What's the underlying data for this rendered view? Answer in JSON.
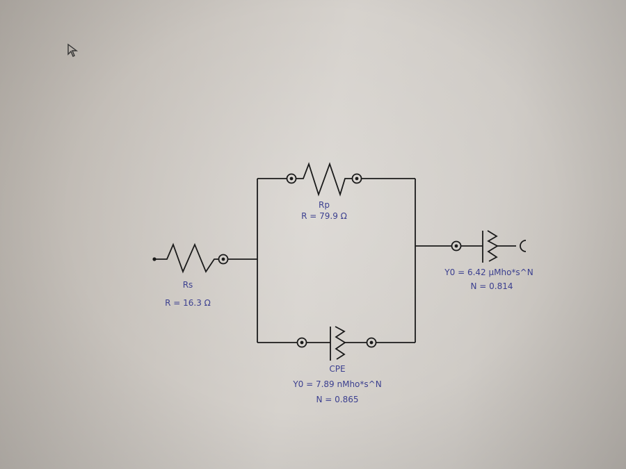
{
  "diagram": {
    "title": "Equivalent circuit",
    "components": {
      "rs": {
        "name": "Rs",
        "value": "R = 16.3 Ω"
      },
      "rp": {
        "name": "Rp",
        "value": "R = 79.9 Ω"
      },
      "cpe": {
        "name": "CPE",
        "y0": "Y0 = 7.89 nMho*s^N",
        "n": "N = 0.865"
      },
      "cpe2": {
        "y0": "Y0 = 6.42 µMho*s^N",
        "n": "N = 0.814",
        "terminal": "C"
      }
    }
  },
  "icons": {
    "cursor": "mouse-pointer-icon"
  },
  "colors": {
    "label": "#3b3f8f",
    "wire": "#1a1a1a"
  }
}
